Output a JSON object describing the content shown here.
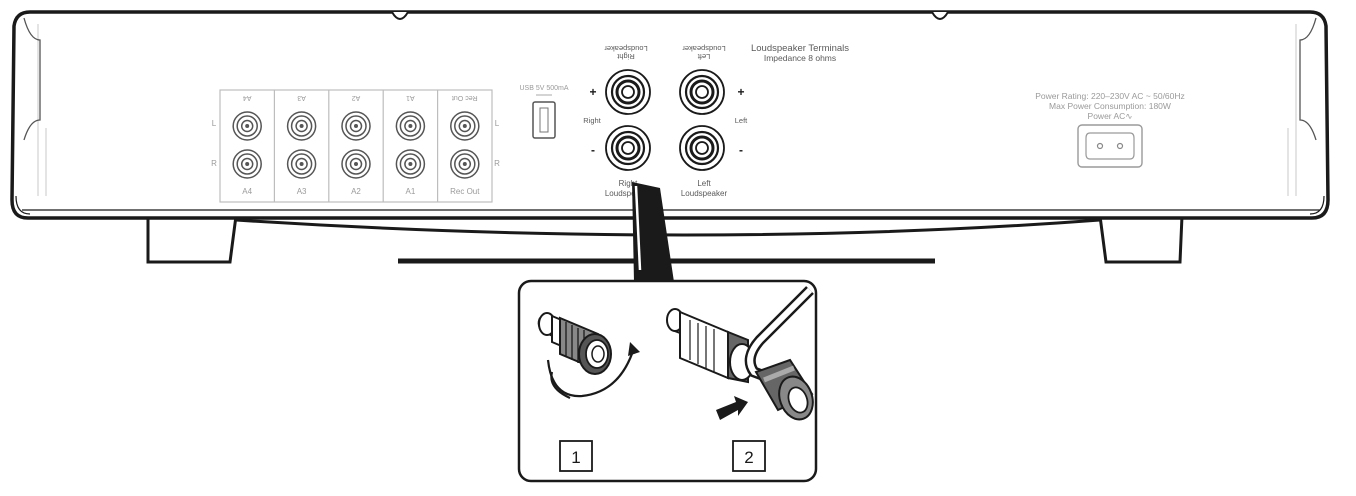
{
  "rca_groups": [
    {
      "top_label": "A4",
      "bottom_label": "A4"
    },
    {
      "top_label": "A3",
      "bottom_label": "A3"
    },
    {
      "top_label": "A2",
      "bottom_label": "A2"
    },
    {
      "top_label": "A1",
      "bottom_label": "A1"
    },
    {
      "top_label": "Rec Out",
      "bottom_label": "Rec Out"
    }
  ],
  "channel_labels": {
    "left": "L",
    "right": "R"
  },
  "usb_label": "USB 5V 500mA",
  "speaker_header": {
    "right_top_line1": "Right",
    "right_top_line2": "Loudspeaker",
    "left_top_line1": "Left",
    "left_top_line2": "Loudspeaker",
    "title": "Loudspeaker Terminals",
    "impedance": "Impedance 8 ohms"
  },
  "speaker_side": {
    "right": "Right",
    "left": "Left",
    "plus": "+",
    "minus": "-"
  },
  "speaker_bottom": {
    "right_line1": "Right",
    "right_line2": "Loudspeaker",
    "left_line1": "Left",
    "left_line2": "Loudspeaker"
  },
  "power": {
    "rating": "Power Rating: 220–230V AC ~ 50/60Hz",
    "consumption": "Max Power Consumption: 180W",
    "ac": "Power AC∿"
  },
  "steps": [
    "1",
    "2"
  ],
  "colors": {
    "outline": "#1a1a1a",
    "label": "#5a5a5a",
    "faint": "#9a9a9a",
    "panel": "#ffffff"
  }
}
